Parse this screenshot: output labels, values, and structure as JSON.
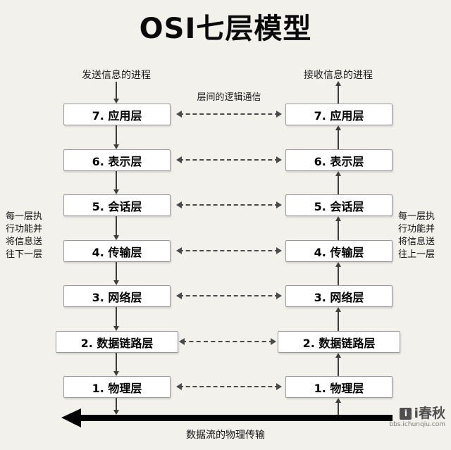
{
  "title": "OSI七层模型",
  "sender_label": "发送信息的进程",
  "receiver_label": "接收信息的进程",
  "logical_link_label": "层间的逻辑通信",
  "left_note": "每一层执行功能并将信息送往下一层",
  "right_note": "每一层执行功能并将信息送往上一层",
  "layers": [
    "7. 应用层",
    "6. 表示层",
    "5. 会话层",
    "4. 传输层",
    "3. 网络层",
    "2. 数据链路层",
    "1. 物理层"
  ],
  "bottom_label": "数据流的物理传输",
  "watermark": {
    "brand": "i春秋",
    "site": "bbs.ichunqiu.com"
  },
  "colors": {
    "background": "#f2f1ec",
    "box_border": "#9a9a9a",
    "arrow": "#3d3d3d",
    "text": "#000000"
  }
}
